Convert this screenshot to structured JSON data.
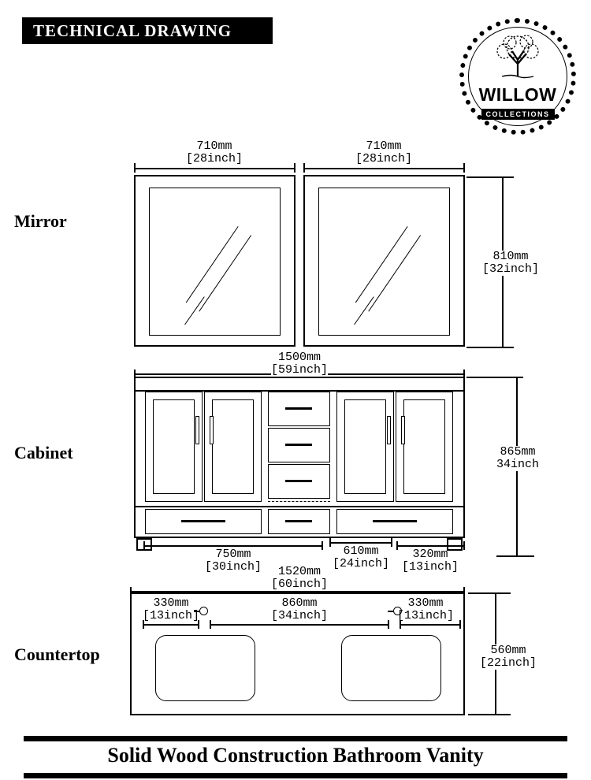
{
  "header": {
    "title": "TECHNICAL DRAWING"
  },
  "logo": {
    "name": "WILLOW",
    "subtitle": "COLLECTIONS"
  },
  "sections": {
    "mirror": {
      "label": "Mirror",
      "left_width_mm": "710mm",
      "left_width_in": "[28inch]",
      "right_width_mm": "710mm",
      "right_width_in": "[28inch]",
      "height_mm": "810mm",
      "height_in": "[32inch]"
    },
    "cabinet": {
      "label": "Cabinet",
      "width_mm": "1500mm",
      "width_in": "[59inch]",
      "left_span_mm": "750mm",
      "left_span_in": "[30inch]",
      "center_span_mm": "610mm",
      "center_span_in": "[24inch]",
      "right_span_mm": "320mm",
      "right_span_in": "[13inch]",
      "height_mm": "865mm",
      "height_in": "34inch"
    },
    "countertop": {
      "label": "Countertop",
      "width_mm": "1520mm",
      "width_in": "[60inch]",
      "left_offset_mm": "330mm",
      "left_offset_in": "[13inch]",
      "center_span_mm": "860mm",
      "center_span_in": "[34inch]",
      "right_offset_mm": "330mm",
      "right_offset_in": "[13inch]",
      "depth_mm": "560mm",
      "depth_in": "[22inch]"
    }
  },
  "footer": {
    "title": "Solid Wood Construction Bathroom Vanity"
  }
}
